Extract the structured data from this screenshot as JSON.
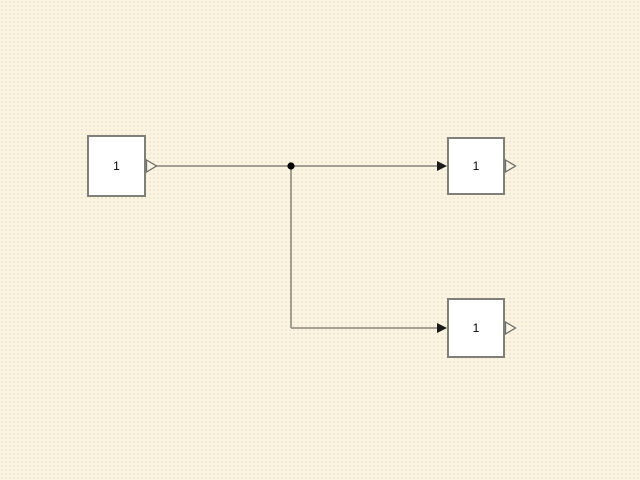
{
  "palette": {
    "background": "#FAF2DF",
    "block_fill": "#FFFFFF",
    "block_border": "#80807A",
    "line_color": "#999488",
    "arrow_color": "#1A1A1A",
    "branch_dot_color": "#000000",
    "port_stroke": "#6E6E68",
    "label_color": "#000000"
  },
  "blocks": [
    {
      "label": "1"
    },
    {
      "label": "1"
    },
    {
      "label": "1"
    }
  ]
}
